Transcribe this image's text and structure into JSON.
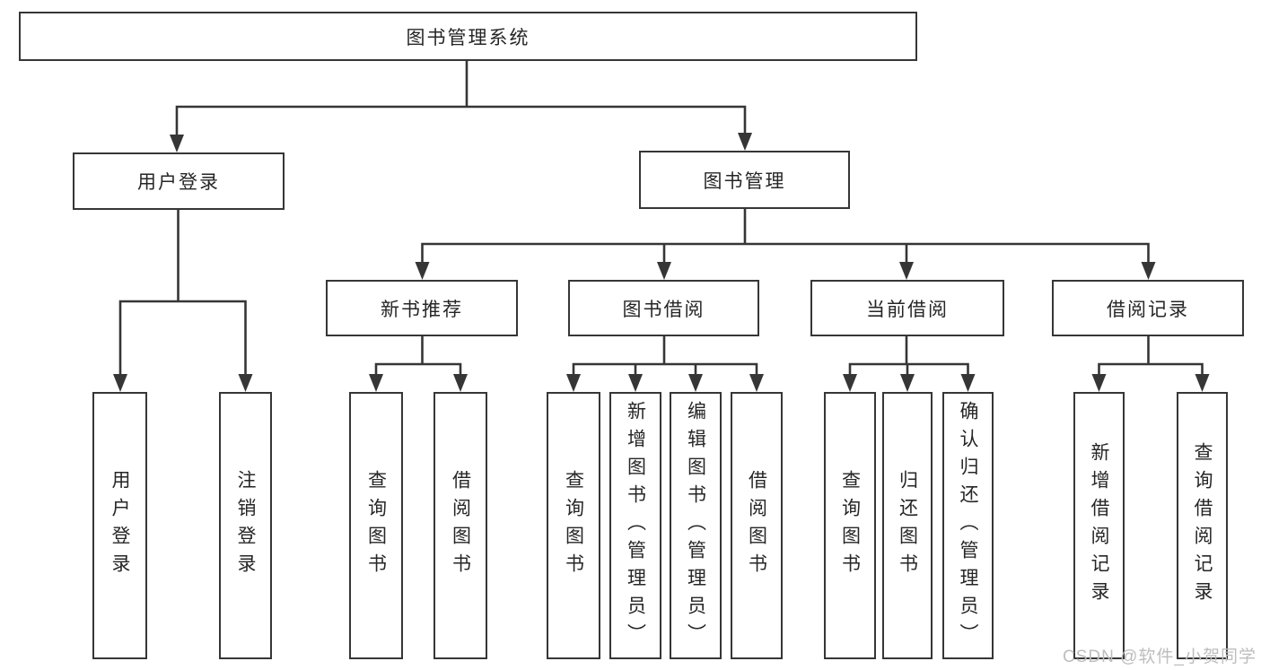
{
  "tree": {
    "label": "图书管理系统",
    "children": [
      {
        "label": "用户登录",
        "children": [
          {
            "label": "用户登录"
          },
          {
            "label": "注销登录"
          }
        ]
      },
      {
        "label": "图书管理",
        "children": [
          {
            "label": "新书推荐",
            "children": [
              {
                "label": "查询图书"
              },
              {
                "label": "借阅图书"
              }
            ]
          },
          {
            "label": "图书借阅",
            "children": [
              {
                "label": "查询图书"
              },
              {
                "label": "新增图书（管理员）"
              },
              {
                "label": "编辑图书（管理员）"
              },
              {
                "label": "借阅图书"
              }
            ]
          },
          {
            "label": "当前借阅",
            "children": [
              {
                "label": "查询图书"
              },
              {
                "label": "归还图书"
              },
              {
                "label": "确认归还（管理员）"
              }
            ]
          },
          {
            "label": "借阅记录",
            "children": [
              {
                "label": "新增借阅记录"
              },
              {
                "label": "查询借阅记录"
              }
            ]
          }
        ]
      }
    ]
  },
  "watermark": {
    "text": "CSDN @软件_小贺同学"
  },
  "colors": {
    "line": "#363636",
    "box_border": "#363636",
    "text": "#262626",
    "watermark": "#bdbdbd",
    "background": "#ffffff"
  }
}
